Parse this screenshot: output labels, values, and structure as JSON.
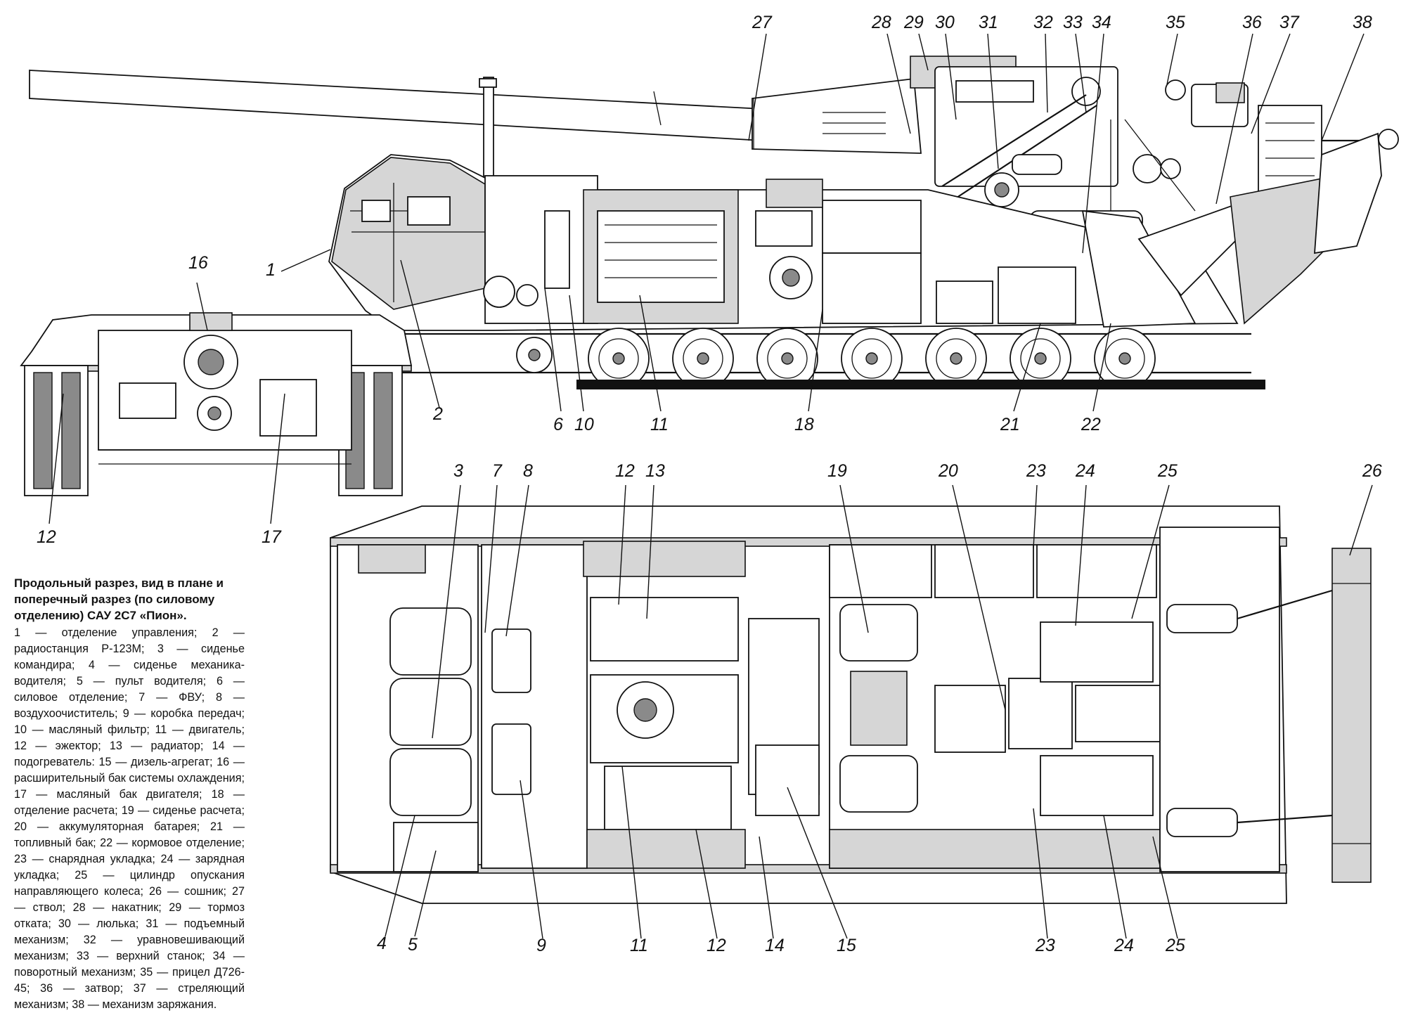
{
  "caption": {
    "title": "Продольный разрез, вид в плане и поперечный разрез (по силовому отделению) САУ 2С7 «Пион».",
    "legend_text": "1 — отделение управления; 2 — радиостанция Р-123М; 3 — сиденье командира; 4 — сиденье механика-водителя; 5 — пульт водителя; 6 — силовое отделение; 7 — ФВУ; 8 — воздухоочиститель; 9 — коробка передач; 10 — масляный фильтр; 11 — двигатель; 12 — эжектор; 13 — радиатор; 14 — подогреватель: 15 — дизель-агрегат; 16 — расширительный бак системы охлаждения; 17 — масляный бак двигателя; 18 — отделение расчета; 19 — сиденье расчета; 20 — аккумуляторная батарея; 21 — топливный бак; 22 — кормовое отделение; 23 — снарядная укладка; 24 — зарядная укладка; 25 — цилиндр опускания направляющего колеса; 26 — сошник; 27 — ствол; 28 — накатник; 29 — тормоз отката; 30 — люлька; 31 — подъемный механизм; 32 — уравновешивающий механизм; 33 — верхний станок; 34 — поворотный механизм; 35 — прицел Д726-45; 36 — затвор; 37 — стреляющий механизм; 38 — механизм заряжания."
  },
  "callouts": {
    "side": [
      "27",
      "28",
      "29",
      "30",
      "31",
      "32",
      "33",
      "34",
      "35",
      "36",
      "37",
      "38",
      "1",
      "2",
      "6",
      "10",
      "11",
      "18",
      "21",
      "22"
    ],
    "cross": [
      "16",
      "12",
      "17"
    ],
    "plan_top": [
      "3",
      "7",
      "8",
      "12",
      "13",
      "19",
      "20",
      "23",
      "24",
      "25",
      "26"
    ],
    "plan_bottom": [
      "4",
      "5",
      "9",
      "11",
      "12",
      "14",
      "15",
      "23",
      "24",
      "25"
    ]
  }
}
